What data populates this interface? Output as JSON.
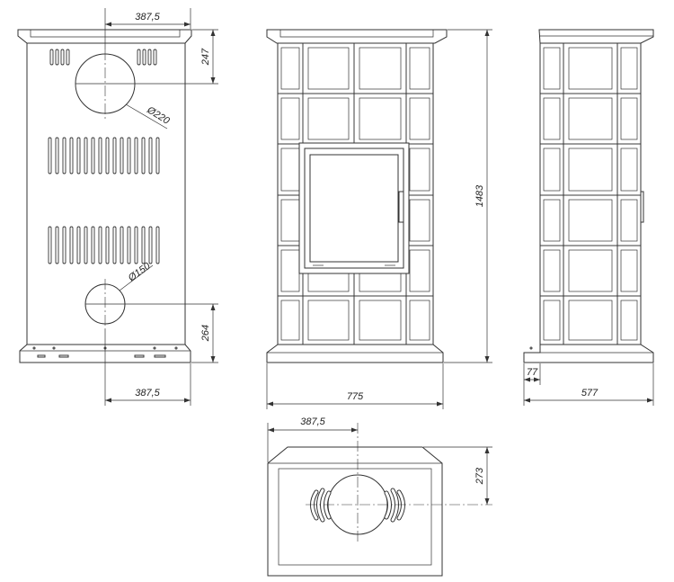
{
  "back_view": {
    "top_offset_label": "387,5",
    "flue_height_label": "247",
    "flue_diameter_label": "Ø220",
    "air_inlet_diameter_label": "Ø150",
    "air_inlet_height_label": "264",
    "bottom_offset_label": "387,5"
  },
  "front_view": {
    "height_label": "1483",
    "width_label": "775"
  },
  "side_view": {
    "base_offset_label": "77",
    "depth_label": "577"
  },
  "top_view": {
    "offset_label": "387,5",
    "flue_offset_label": "273"
  },
  "colors": {
    "line": "#333333",
    "background": "#ffffff"
  }
}
